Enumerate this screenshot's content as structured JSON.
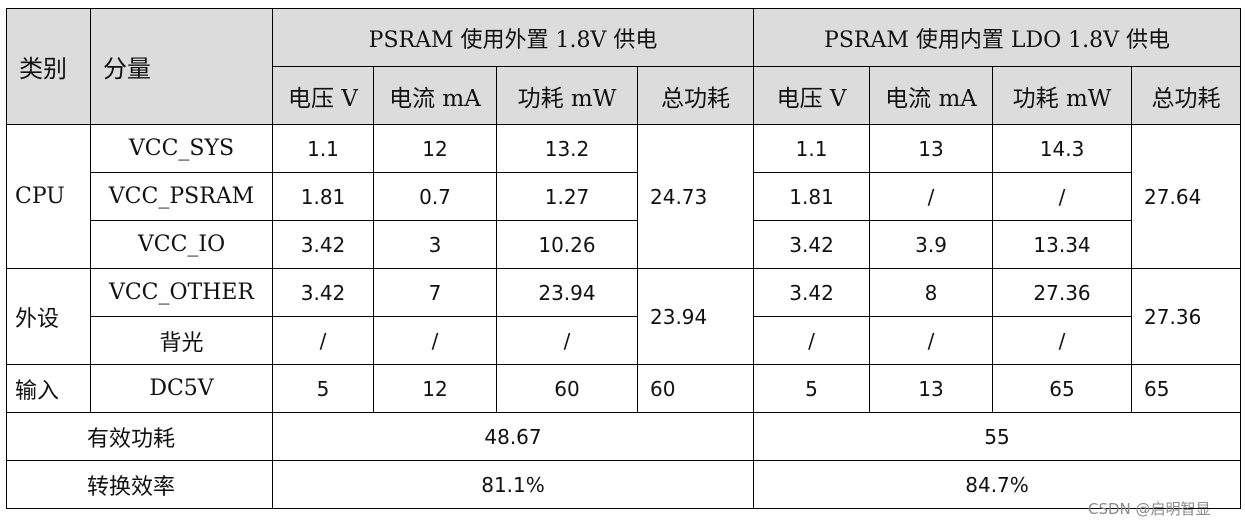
{
  "header": {
    "category": "类别",
    "component": "分量",
    "group_ext": "PSRAM 使用外置 1.8V 供电",
    "group_int": "PSRAM 使用内置 LDO 1.8V 供电",
    "ext_cols": [
      "电压 V",
      "电流 mA",
      "功耗 mW",
      "总功耗"
    ],
    "int_cols": [
      "电压 V",
      "电流 mA",
      "功耗 mW",
      "总功耗"
    ]
  },
  "rows": {
    "cpu": {
      "label": "CPU",
      "ext_total": "24.73",
      "int_total": "27.64",
      "items": [
        {
          "name": "VCC_SYS",
          "ext": [
            "1.1",
            "12",
            "13.2"
          ],
          "int": [
            "1.1",
            "13",
            "14.3"
          ]
        },
        {
          "name": "VCC_PSRAM",
          "ext": [
            "1.81",
            "0.7",
            "1.27"
          ],
          "int": [
            "1.81",
            "/",
            "/"
          ]
        },
        {
          "name": "VCC_IO",
          "ext": [
            "3.42",
            "3",
            "10.26"
          ],
          "int": [
            "3.42",
            "3.9",
            "13.34"
          ]
        }
      ]
    },
    "peripheral": {
      "label": "外设",
      "ext_total": "23.94",
      "int_total": "27.36",
      "items": [
        {
          "name": "VCC_OTHER",
          "ext": [
            "3.42",
            "7",
            "23.94"
          ],
          "int": [
            "3.42",
            "8",
            "27.36"
          ]
        },
        {
          "name": "背光",
          "ext": [
            "/",
            "/",
            "/"
          ],
          "int": [
            "/",
            "/",
            "/"
          ]
        }
      ]
    },
    "input": {
      "label": "输入",
      "items": [
        {
          "name": "DC5V",
          "ext": [
            "5",
            "12",
            "60"
          ],
          "int": [
            "5",
            "13",
            "65"
          ]
        }
      ],
      "ext_total": "60",
      "int_total": "65"
    }
  },
  "footer": {
    "effective_label": "有效功耗",
    "effective_ext": "48.67",
    "effective_int": "55",
    "efficiency_label": "转换效率",
    "efficiency_ext": "81.1%",
    "efficiency_int": "84.7%"
  },
  "watermark": "CSDN @启明智显"
}
